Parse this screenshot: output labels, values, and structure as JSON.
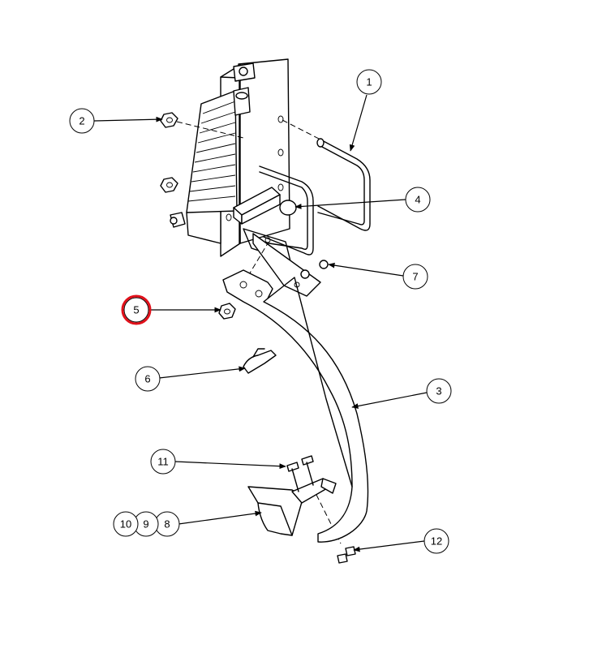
{
  "callouts": [
    {
      "id": "c1",
      "label": "1"
    },
    {
      "id": "c2",
      "label": "2"
    },
    {
      "id": "c3",
      "label": "3"
    },
    {
      "id": "c4",
      "label": "4"
    },
    {
      "id": "c5",
      "label": "5",
      "highlighted": true
    },
    {
      "id": "c6",
      "label": "6"
    },
    {
      "id": "c7",
      "label": "7"
    },
    {
      "id": "c8",
      "label": "8"
    },
    {
      "id": "c9",
      "label": "9"
    },
    {
      "id": "c10",
      "label": "10"
    },
    {
      "id": "c11",
      "label": "11"
    },
    {
      "id": "c12",
      "label": "12"
    }
  ],
  "colors": {
    "line": "#000000",
    "background": "#ffffff",
    "highlight": "#e0101a"
  }
}
